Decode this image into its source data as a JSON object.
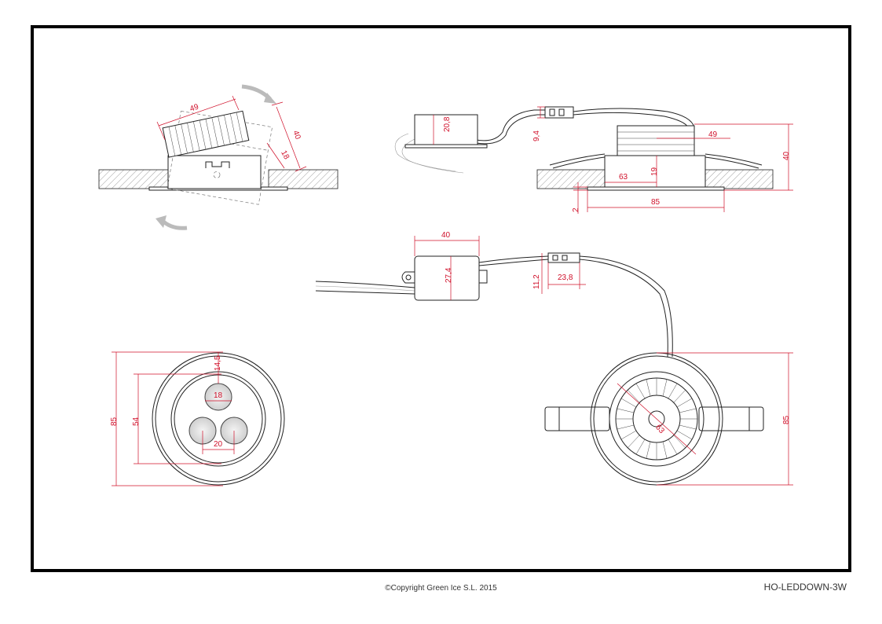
{
  "footer": {
    "copyright": "©Copyright Green Ice S.L. 2015",
    "model_code": "HO-LEDDOWN-3W"
  },
  "dimensions": {
    "tilt_view": {
      "width": "49",
      "height": "40",
      "depth": "18"
    },
    "driver_side": {
      "height": "20,8"
    },
    "connector_side": {
      "height": "9,4"
    },
    "side_view": {
      "heatsink": "49",
      "total_height": "40",
      "body": "63",
      "body_height": "19",
      "flange": "2",
      "diameter": "85"
    },
    "driver_top": {
      "length": "40",
      "width": "27,4",
      "connector_height": "11,2",
      "connector_length": "23,8"
    },
    "front_view": {
      "outer": "85",
      "inner": "54",
      "offset": "14,5",
      "lens": "18",
      "spacing": "20"
    },
    "back_view": {
      "diameter": "63",
      "outer": "85"
    }
  },
  "colors": {
    "dimension": "#d0102a",
    "outline": "#222222",
    "border": "#000000"
  }
}
